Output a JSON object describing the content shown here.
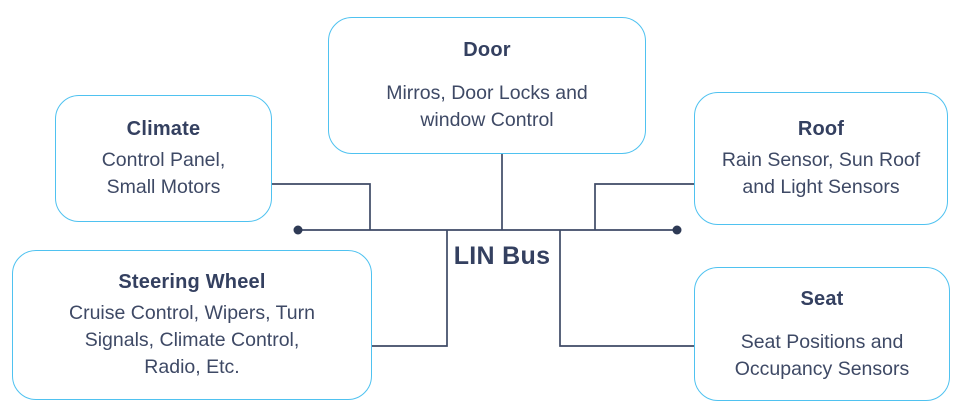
{
  "theme": {
    "background": "#ffffff",
    "box_border_color": "#4fc2f0",
    "title_color": "#344060",
    "body_text_color": "#3e4965",
    "line_color": "#3e4a66",
    "dot_color": "#2e3a55"
  },
  "diagram": {
    "bus_label": "LIN Bus",
    "nodes": [
      {
        "id": "climate",
        "title": "Climate",
        "description": "Control Panel,\nSmall Motors"
      },
      {
        "id": "door",
        "title": "Door",
        "description": "Mirros, Door Locks and\nwindow Control"
      },
      {
        "id": "roof",
        "title": "Roof",
        "description": "Rain Sensor, Sun Roof\nand Light Sensors"
      },
      {
        "id": "steering_wheel",
        "title": "Steering Wheel",
        "description": "Cruise Control, Wipers, Turn\nSignals, Climate Control,\nRadio, Etc."
      },
      {
        "id": "seat",
        "title": "Seat",
        "description": "Seat Positions and\nOccupancy Sensors"
      }
    ]
  }
}
